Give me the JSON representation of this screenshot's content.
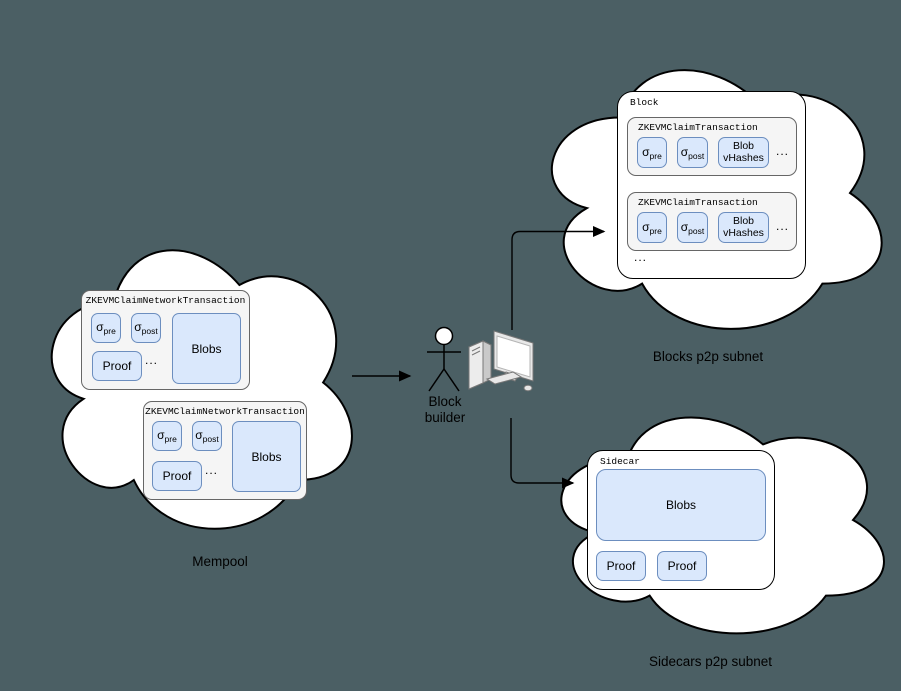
{
  "colors": {
    "background": "#4b5f64",
    "cloud_fill": "#ffffff",
    "cloud_stroke": "#000000",
    "container_fill": "#f5f5f5",
    "container_stroke": "#666666",
    "field_fill": "#dae8fc",
    "field_stroke": "#6c8ebf",
    "text": "#000000"
  },
  "icons": {
    "actor": "stick-figure-person",
    "computer": "desktop-pc-with-monitor-keyboard-mouse"
  },
  "mempool": {
    "label": "Mempool",
    "transactions": [
      {
        "title": "ZKEVMClaimNetworkTransaction",
        "sigma_pre": {
          "base": "σ",
          "sub": "pre"
        },
        "sigma_post": {
          "base": "σ",
          "sub": "post"
        },
        "proof": "Proof",
        "ellipsis": "...",
        "blobs": "Blobs"
      },
      {
        "title": "ZKEVMClaimNetworkTransaction",
        "sigma_pre": {
          "base": "σ",
          "sub": "pre"
        },
        "sigma_post": {
          "base": "σ",
          "sub": "post"
        },
        "proof": "Proof",
        "ellipsis": "...",
        "blobs": "Blobs"
      }
    ]
  },
  "block_builder": {
    "label_line1": "Block",
    "label_line2": "builder"
  },
  "blocks_subnet": {
    "label": "Blocks p2p subnet",
    "block": {
      "title": "Block",
      "ellipsis": "...",
      "transactions": [
        {
          "title": "ZKEVMClaimTransaction",
          "sigma_pre": {
            "base": "σ",
            "sub": "pre"
          },
          "sigma_post": {
            "base": "σ",
            "sub": "post"
          },
          "blob_vhashes": {
            "line1": "Blob",
            "line2": "vHashes"
          },
          "ellipsis": "..."
        },
        {
          "title": "ZKEVMClaimTransaction",
          "sigma_pre": {
            "base": "σ",
            "sub": "pre"
          },
          "sigma_post": {
            "base": "σ",
            "sub": "post"
          },
          "blob_vhashes": {
            "line1": "Blob",
            "line2": "vHashes"
          },
          "ellipsis": "..."
        }
      ]
    }
  },
  "sidecars_subnet": {
    "label": "Sidecars p2p subnet",
    "sidecar": {
      "title": "Sidecar",
      "blobs": "Blobs",
      "proofs": [
        "Proof",
        "Proof"
      ]
    }
  }
}
